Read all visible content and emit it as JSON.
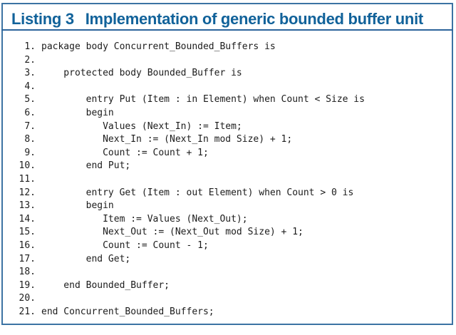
{
  "header": {
    "label": "Listing 3",
    "caption": "Implementation of generic bounded buffer unit"
  },
  "code": {
    "lines": [
      {
        "num": "1.",
        "code": "package body Concurrent_Bounded_Buffers is"
      },
      {
        "num": "2.",
        "code": ""
      },
      {
        "num": "3.",
        "code": "    protected body Bounded_Buffer is"
      },
      {
        "num": "4.",
        "code": ""
      },
      {
        "num": "5.",
        "code": "        entry Put (Item : in Element) when Count < Size is"
      },
      {
        "num": "6.",
        "code": "        begin"
      },
      {
        "num": "7.",
        "code": "           Values (Next_In) := Item;"
      },
      {
        "num": "8.",
        "code": "           Next_In := (Next_In mod Size) + 1;"
      },
      {
        "num": "9.",
        "code": "           Count := Count + 1;"
      },
      {
        "num": "10.",
        "code": "        end Put;"
      },
      {
        "num": "11.",
        "code": ""
      },
      {
        "num": "12.",
        "code": "        entry Get (Item : out Element) when Count > 0 is"
      },
      {
        "num": "13.",
        "code": "        begin"
      },
      {
        "num": "14.",
        "code": "           Item := Values (Next_Out);"
      },
      {
        "num": "15.",
        "code": "           Next_Out := (Next_Out mod Size) + 1;"
      },
      {
        "num": "16.",
        "code": "           Count := Count - 1;"
      },
      {
        "num": "17.",
        "code": "        end Get;"
      },
      {
        "num": "18.",
        "code": ""
      },
      {
        "num": "19.",
        "code": "    end Bounded_Buffer;"
      },
      {
        "num": "20.",
        "code": ""
      },
      {
        "num": "21.",
        "code": "end Concurrent_Bounded_Buffers;"
      }
    ]
  },
  "colors": {
    "title": "#11629a",
    "border": "#3c73a3",
    "separator": "#2c649b",
    "code_text": "#1c1c1c",
    "background": "#ffffff"
  }
}
